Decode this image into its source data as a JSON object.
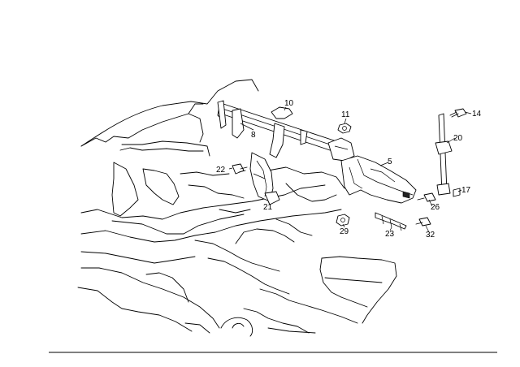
{
  "diagram": {
    "callouts": [
      {
        "id": "10",
        "label": "10"
      },
      {
        "id": "11",
        "label": "11"
      },
      {
        "id": "8",
        "label": "8"
      },
      {
        "id": "14",
        "label": "14"
      },
      {
        "id": "20",
        "label": "20"
      },
      {
        "id": "5",
        "label": "5"
      },
      {
        "id": "22",
        "label": "22"
      },
      {
        "id": "17",
        "label": "17"
      },
      {
        "id": "21",
        "label": "21"
      },
      {
        "id": "26",
        "label": "26"
      },
      {
        "id": "29",
        "label": "29"
      },
      {
        "id": "23",
        "label": "23"
      },
      {
        "id": "32",
        "label": "32"
      }
    ]
  }
}
